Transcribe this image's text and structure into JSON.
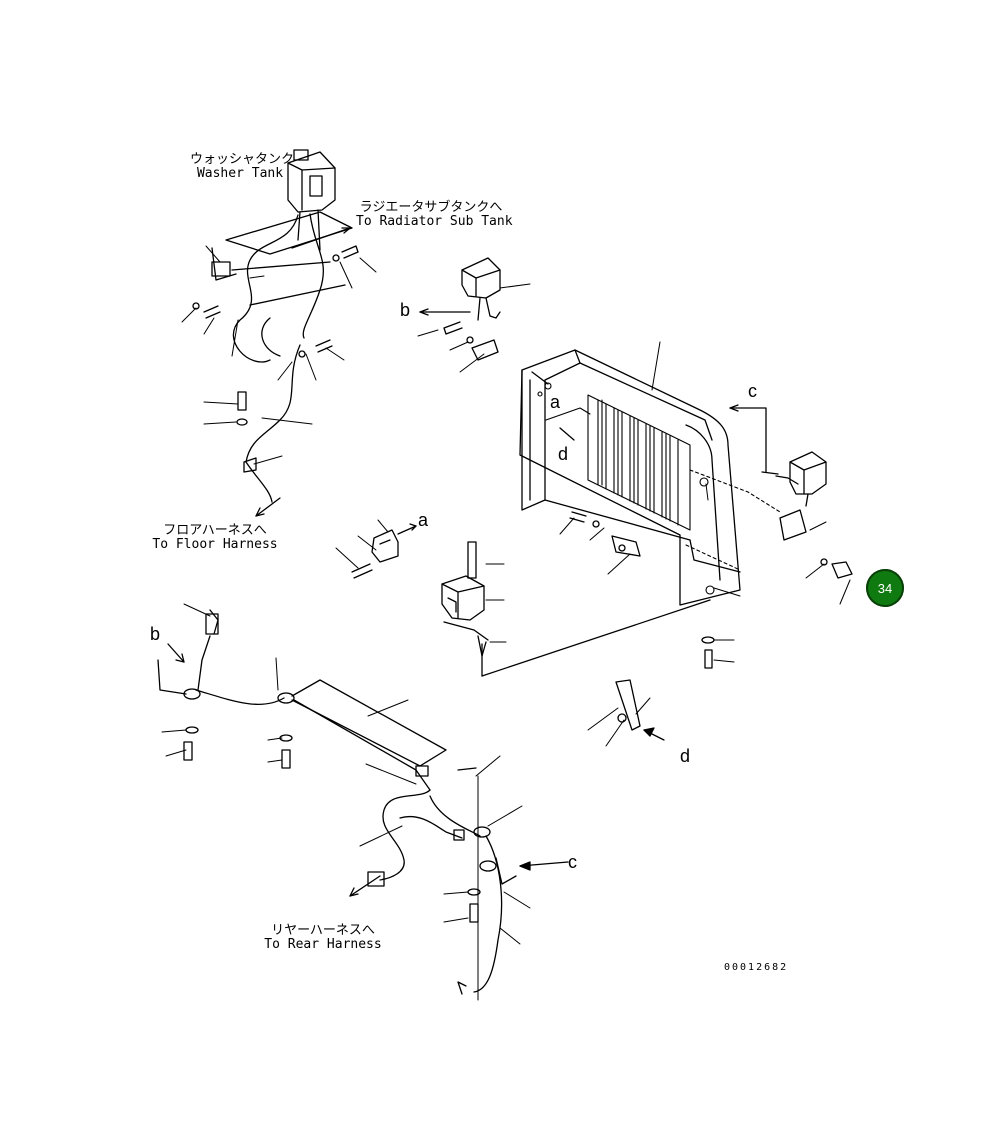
{
  "labels": {
    "washer_tank_jp": "ウォッシャタンク",
    "washer_tank_en": "Washer Tank",
    "radiator_jp": "ラジエータサブタンクへ",
    "radiator_en": "To Radiator Sub Tank",
    "floor_jp": "フロアハーネスへ",
    "floor_en": "To Floor Harness",
    "rear_jp": "リヤーハーネスへ",
    "rear_en": "To Rear Harness"
  },
  "reference_letters": {
    "a": "a",
    "b": "b",
    "c": "c",
    "d": "d"
  },
  "drawing_number": "00012682",
  "callout": {
    "number": "34",
    "color": "#0f7a0f"
  },
  "colors": {
    "line": "#000000",
    "background": "#ffffff"
  }
}
